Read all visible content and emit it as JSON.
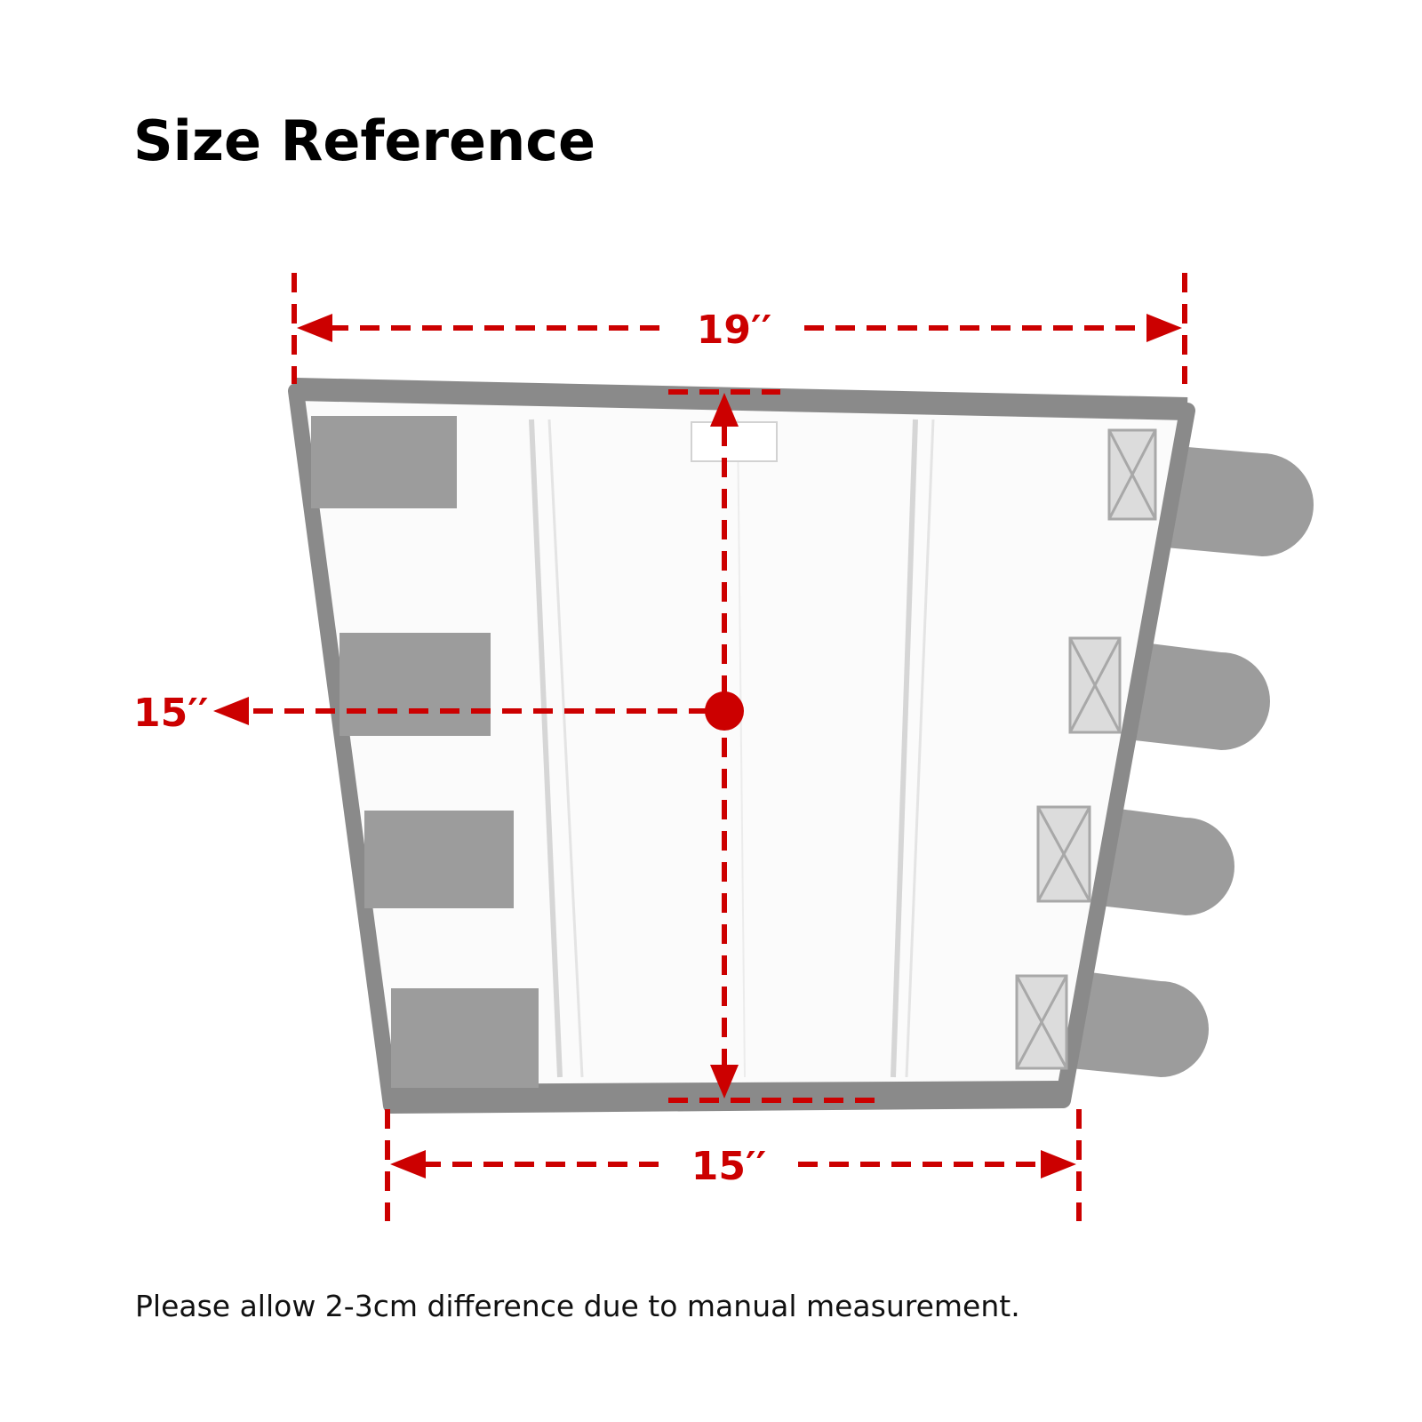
{
  "title": "Size Reference",
  "dimensions": {
    "top_width": "19′′",
    "height": "15′′",
    "bottom_width": "15′′"
  },
  "note": "Please allow 2-3cm difference due to manual measurement.",
  "colors": {
    "measurement": "#cc0000",
    "brace_outline": "#8a8a8a",
    "brace_fill": "#fbfbfb",
    "strap_fill": "#9c9c9c"
  },
  "icons": {
    "center_marker": "filled-circle",
    "arrowheads": "triangle"
  }
}
